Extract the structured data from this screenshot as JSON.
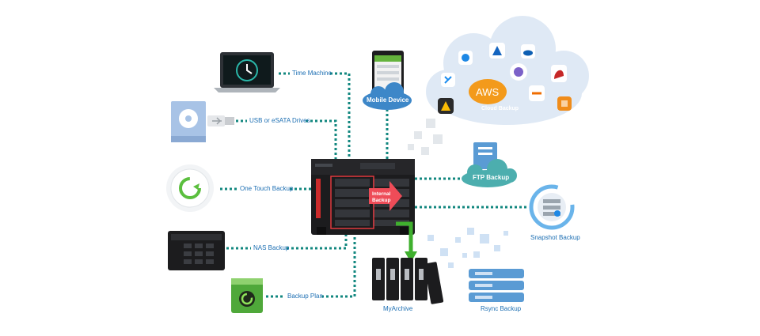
{
  "labels": {
    "time_machine": "Time Machine",
    "usb_esata": "USB or eSATA Drives",
    "one_touch": "One Touch Backup",
    "nas_backup": "NAS Backup",
    "backup_plan": "Backup Plan",
    "mobile_device": "Mobile Device",
    "cloud_backup": "Cloud Backup",
    "aws": "AWS",
    "ftp_backup": "FTP Backup",
    "snapshot_backup": "Snapshot Backup",
    "internal_backup": "Internal Backup",
    "myarchive": "MyArchive",
    "rsync_backup": "Rsync Backup"
  },
  "colors": {
    "connector": "#12877f",
    "label_text": "#1d6fb3",
    "cloud": "#dfe9f5",
    "arrow_internal": "#ee4c58",
    "arrow_archive": "#3fb02e",
    "nas_body": "#1c1c1e",
    "rsync": "#5a9bd4"
  },
  "icons": [
    "laptop-icon",
    "time-machine-icon",
    "usb-drive-icon",
    "disc-drive-icon",
    "one-touch-icon",
    "nas-icon",
    "backup-plan-icon",
    "phone-icon",
    "cloud-icon",
    "server-icon",
    "snapshot-icon",
    "archive-drive-icon",
    "database-icon"
  ]
}
